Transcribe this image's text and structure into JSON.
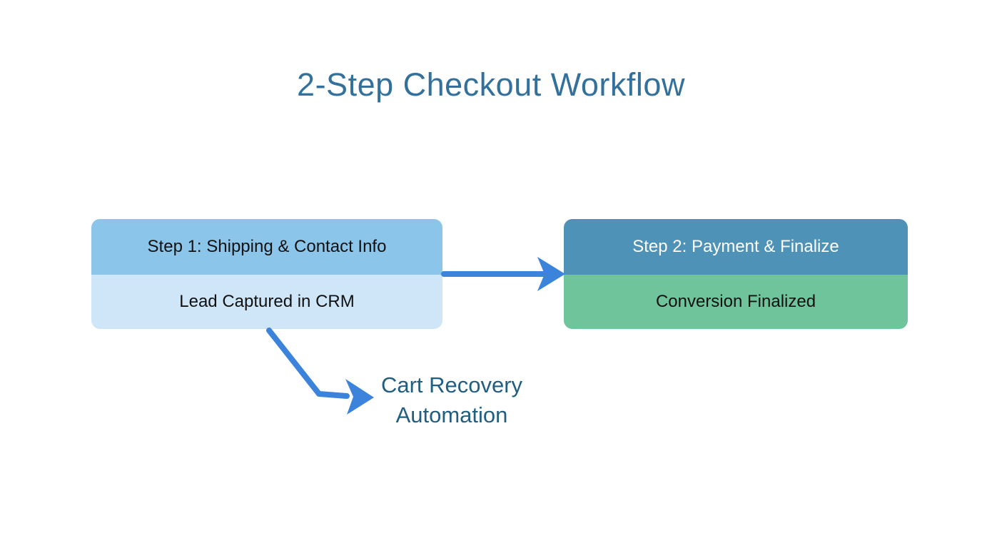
{
  "title": "2-Step Checkout Workflow",
  "nodes": [
    {
      "id": "step1",
      "header": "Step 1: Shipping & Contact Info",
      "body": "Lead Captured in CRM"
    },
    {
      "id": "step2",
      "header": "Step 2: Payment & Finalize",
      "body": "Conversion Finalized"
    }
  ],
  "annotation": {
    "line1": "Cart Recovery",
    "line2": "Automation"
  },
  "connectors": [
    {
      "id": "step1-to-step2",
      "type": "straight-right-arrow"
    },
    {
      "id": "step1-to-cart-recovery",
      "type": "elbow-down-right-arrow"
    }
  ],
  "colors": {
    "title": "#33719c",
    "arrow": "#3c84db",
    "annotation": "#215e80",
    "step1_header_bg": "#8cc5ea",
    "step1_body_bg": "#cfe6f8",
    "step2_header_bg": "#4e92b7",
    "step2_body_bg": "#70c49b",
    "node_text_dark": "#111111",
    "node_text_light": "#ffffff"
  }
}
